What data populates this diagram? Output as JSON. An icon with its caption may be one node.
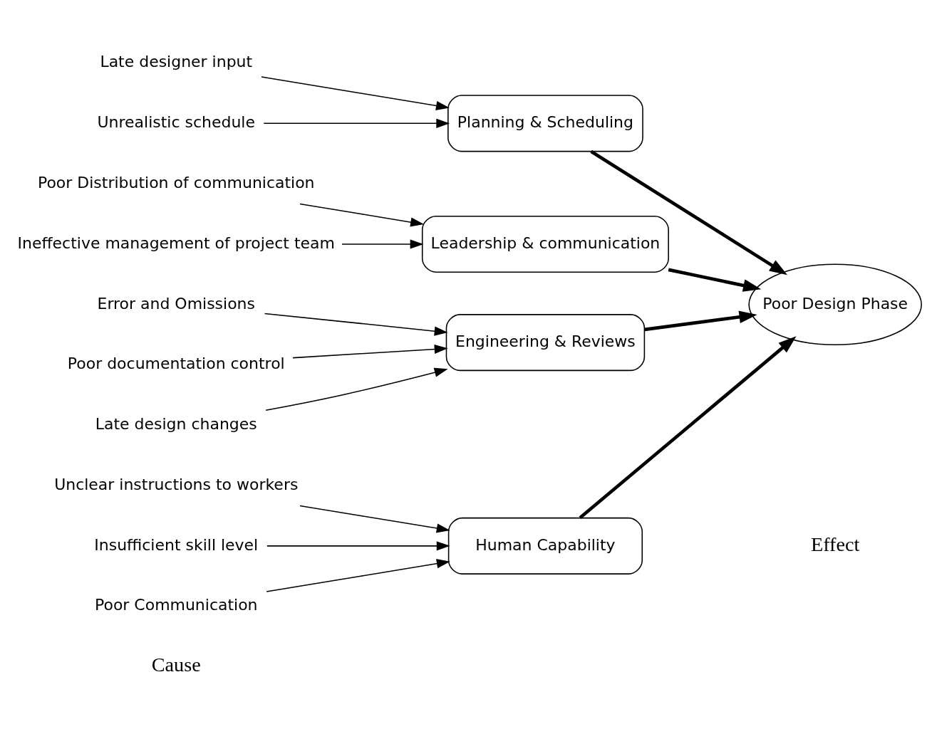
{
  "diagram": {
    "nodes": [
      {
        "text": [
          "Human Capability"
        ]
      },
      {
        "text": [
          "Planning & Scheduling"
        ]
      },
      {
        "text": [
          "Leadership & communication"
        ]
      },
      {
        "text": [
          "Engineering & Reviews"
        ]
      },
      {
        "text": [
          "Poor Design Phase"
        ]
      },
      {
        "text": [
          "Unclear instructions to workers"
        ]
      },
      {
        "text": [
          "Insufficient skill level"
        ]
      },
      {
        "text": [
          "Poor Communication"
        ]
      },
      {
        "text": [
          "Late designer input"
        ]
      },
      {
        "text": [
          "Unrealistic schedule"
        ]
      },
      {
        "text": [
          "Poor Distribution of communication"
        ]
      },
      {
        "text": [
          "Ineffective management of project team"
        ]
      },
      {
        "text": [
          "Error and Omissions"
        ]
      },
      {
        "text": [
          "Poor documentation control"
        ]
      },
      {
        "text": [
          "Late design changes"
        ]
      }
    ],
    "edges": [
      {
        "from": 5,
        "to": 0,
        "arrow": "to"
      },
      {
        "from": 6,
        "to": 0,
        "arrow": "to"
      },
      {
        "from": 7,
        "to": 0,
        "arrow": "to"
      },
      {
        "from": 8,
        "to": 1,
        "arrow": "to"
      },
      {
        "from": 9,
        "to": 1,
        "arrow": "to"
      },
      {
        "from": 10,
        "to": 2,
        "arrow": "to"
      },
      {
        "from": 11,
        "to": 2,
        "arrow": "to"
      },
      {
        "from": 12,
        "to": 3,
        "arrow": "to"
      },
      {
        "from": 13,
        "to": 3,
        "arrow": "to"
      },
      {
        "from": 14,
        "to": 3,
        "arrow": "to"
      },
      {
        "from": 0,
        "to": 4,
        "arrow": "to",
        "style": "thick"
      },
      {
        "from": 1,
        "to": 4,
        "arrow": "to",
        "style": "thick"
      },
      {
        "from": 2,
        "to": 4,
        "arrow": "to",
        "style": "thick"
      },
      {
        "from": 3,
        "to": 4,
        "arrow": "to",
        "style": "thick"
      }
    ],
    "labels": [
      "Cause",
      "Effect"
    ]
  }
}
